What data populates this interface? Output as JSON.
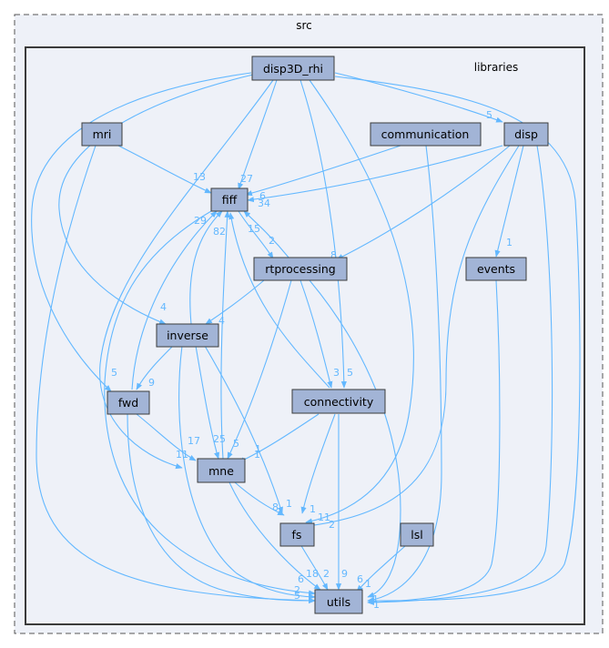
{
  "outer_cluster": {
    "label": "src"
  },
  "inner_cluster": {
    "label": "libraries"
  },
  "nodes": {
    "disp3d_rhi": "disp3D_rhi",
    "mri": "mri",
    "communication": "communication",
    "disp": "disp",
    "fiff": "fiff",
    "rtprocessing": "rtprocessing",
    "events": "events",
    "inverse": "inverse",
    "fwd": "fwd",
    "connectivity": "connectivity",
    "mne": "mne",
    "fs": "fs",
    "lsl": "lsl",
    "utils": "utils"
  },
  "edge_labels": {
    "disp3d_disp": "5",
    "disp3d_fiff": "27",
    "disp3d_inverse": "4",
    "disp3d_fwd": "5",
    "disp3d_connectivity": "5",
    "mri_fiff": "13",
    "disp_fiff_a": "34",
    "disp_fiff_b": "6",
    "disp_rtprocessing": "8",
    "disp_events": "1",
    "fiff_rtprocessing": "2",
    "rtprocessing_fiff": "15",
    "rtprocessing_inverse": "4",
    "rtprocessing_connectivity": "3",
    "inverse_fiff": "82",
    "inverse_fwd": "9",
    "inverse_mne": "25",
    "inverse_fs": "1",
    "fwd_fiff": "29",
    "fwd_mne": "17",
    "mne_fiff_a": "8",
    "mne_fiff_b": "2",
    "mne_fs": "8",
    "mne_utils": "18",
    "connectivity_mne": "1",
    "connectivity_fs": "1",
    "connectivity_utils": "9",
    "disp3d_mne": "11",
    "fs_utils": "2",
    "lsl_utils": "1",
    "fs_in_a": "11",
    "fs_in_b": "2",
    "mne_in": "5",
    "utils_in_a": "6",
    "utils_in_b": "6",
    "utils_in_c": "1",
    "utils_in_d": "2",
    "utils_in_e": "1",
    "utils_in_f": "5"
  }
}
